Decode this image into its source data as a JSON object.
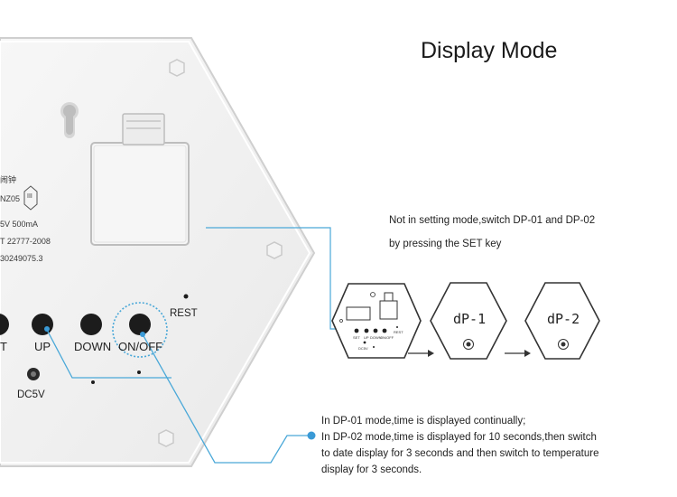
{
  "title": "Display Mode",
  "device": {
    "label_lines": [
      "闹钟",
      "NZ05",
      "5V 500mA",
      "T  22777-2008",
      "30249075.3"
    ],
    "safety_mark": "III",
    "buttons": {
      "set_partial": "T",
      "up": "UP",
      "down": "DOWN",
      "onoff": "ON/OFF",
      "reset": "REST",
      "power": "DC5V"
    }
  },
  "top_note": {
    "line1": "Not in setting mode,switch DP-01 and DP-02",
    "line2": "by pressing the SET key"
  },
  "mini_device": {
    "labels": [
      "SET",
      "UP",
      "DOWN",
      "ON/OFF",
      "REST",
      "DC5V"
    ]
  },
  "modes": [
    {
      "display": "dP-1"
    },
    {
      "display": "dP-2"
    }
  ],
  "bottom_note": {
    "line1": "In DP-01 mode,time is displayed continually;",
    "line2": "In DP-02 mode,time is displayed for 10 seconds,then switch",
    "line3": "to date display for 3 seconds and then switch to temperature",
    "line4": "display for 3 seconds."
  },
  "colors": {
    "leader_line": "#4aa8d8",
    "dot": "#3a9ad6",
    "device_body": "#f2f2f2",
    "device_shadow": "#d8d8d8"
  }
}
